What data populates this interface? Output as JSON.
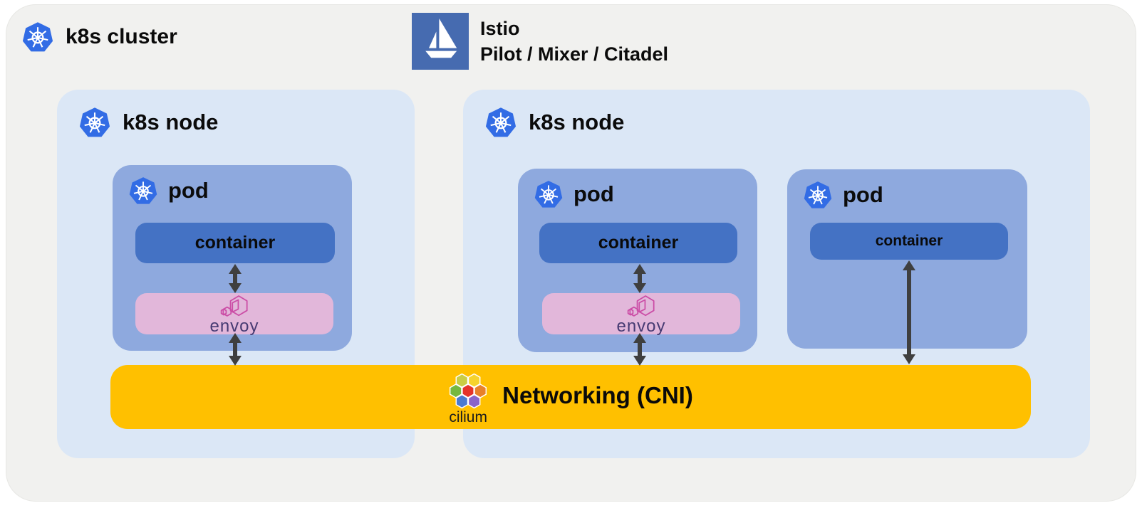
{
  "cluster": {
    "label": "k8s cluster"
  },
  "istio": {
    "title": "Istio",
    "subtitle": "Pilot / Mixer / Citadel"
  },
  "nodes": [
    {
      "label": "k8s node",
      "pods": [
        {
          "label": "pod",
          "container_label": "container",
          "sidecar_label": "envoy",
          "has_sidecar": true
        }
      ]
    },
    {
      "label": "k8s node",
      "pods": [
        {
          "label": "pod",
          "container_label": "container",
          "sidecar_label": "envoy",
          "has_sidecar": true
        },
        {
          "label": "pod",
          "container_label": "container",
          "has_sidecar": false
        }
      ]
    }
  ],
  "network": {
    "label": "Networking (CNI)",
    "cni_plugin_label": "cilium"
  },
  "icons": {
    "kubernetes": "blue heptagon with white ship-wheel",
    "istio": "blue square with white sailboat",
    "envoy": "pink outlined hexagonal box with echo hexagons",
    "cilium": "honeycomb of 7 colored hexagons",
    "arrows": "vertical double-headed dark gray arrows"
  },
  "colors": {
    "canvas_bg": "#f1f1ef",
    "k8s_blue": "#326ce5",
    "istio_blue": "#466bb0",
    "node_bg": "#dbe7f6",
    "pod_bg": "#8ea9de",
    "container_bg": "#4472c4",
    "envoy_box_bg": "#e2b7da",
    "envoy_pink": "#cb4da6",
    "network_bar": "#ffc000",
    "arrow": "#3f3f3f",
    "cilium_hexes": [
      "#c9cd45",
      "#f6d32d",
      "#76b83f",
      "#e5332a",
      "#e8812a",
      "#4a7ad0",
      "#8a64c9"
    ]
  }
}
